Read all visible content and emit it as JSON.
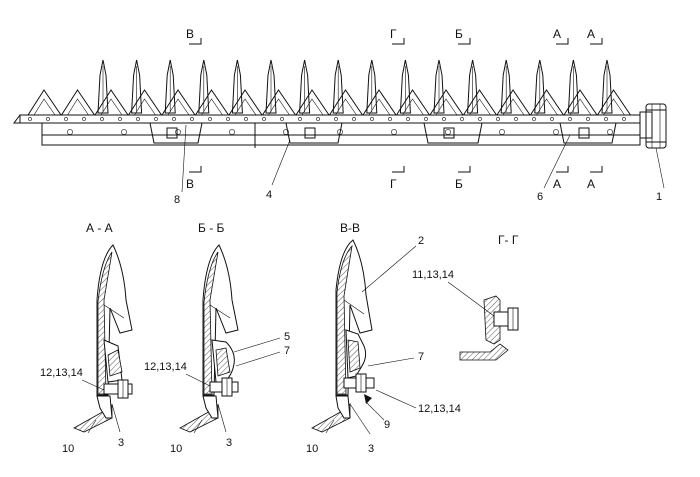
{
  "section_marks": {
    "v": "В",
    "g": "Г",
    "b": "Б",
    "a": "А"
  },
  "section_titles": {
    "aa": "А - А",
    "bb": "Б - Б",
    "vv": "В-В",
    "gg": "Г- Г"
  },
  "callouts": {
    "c1": "1",
    "c2": "2",
    "c3": "3",
    "c4": "4",
    "c5": "5",
    "c6": "6",
    "c7": "7",
    "c8": "8",
    "c9": "9",
    "c10": "10",
    "c11_13_14": "11,13,14",
    "c12_13_14": "12,13,14"
  }
}
